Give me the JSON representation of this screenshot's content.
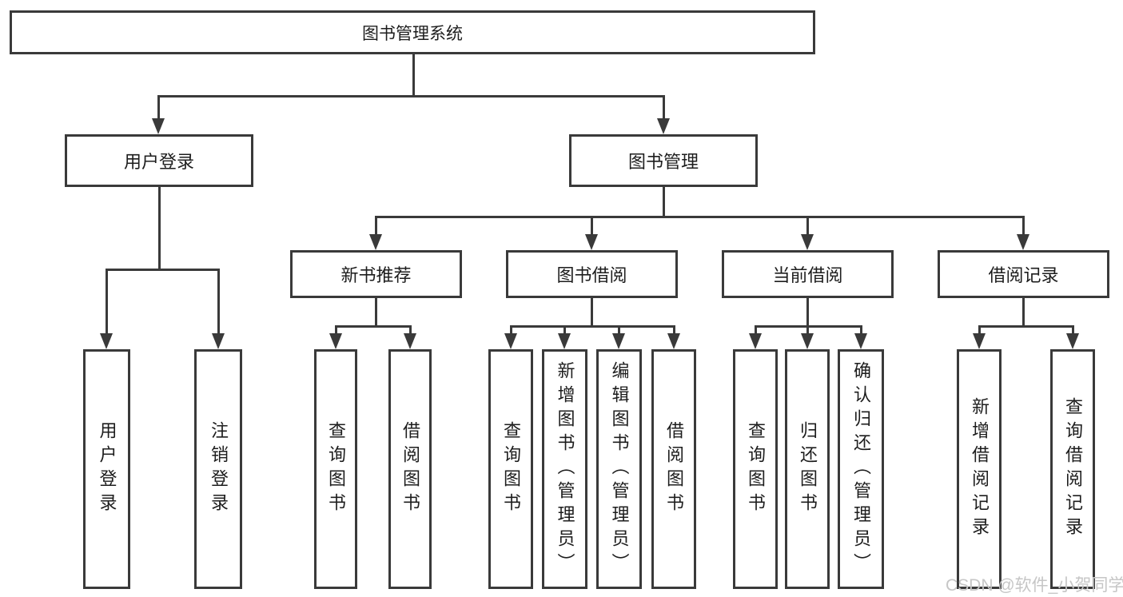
{
  "colors": {
    "line": "#3a3a3a",
    "text": "#1d1d1d",
    "watermark": "#c6c6c6"
  },
  "nodes": {
    "root": "图书管理系统",
    "user_login": "用户登录",
    "book_mgmt": "图书管理",
    "new_books": "新书推荐",
    "book_borrow": "图书借阅",
    "current_borrow": "当前借阅",
    "borrow_records": "借阅记录",
    "user_children": [
      "用户登录",
      "注销登录"
    ],
    "new_books_children": [
      "查询图书",
      "借阅图书"
    ],
    "book_borrow_children": [
      "查询图书",
      "新增图书（管理员）",
      "编辑图书（管理员）",
      "借阅图书"
    ],
    "current_borrow_children": [
      "查询图书",
      "归还图书",
      "确认归还（管理员）"
    ],
    "borrow_records_children": [
      "新增借阅记录",
      "查询借阅记录"
    ]
  },
  "watermark": "CSDN @软件_小贺同学"
}
